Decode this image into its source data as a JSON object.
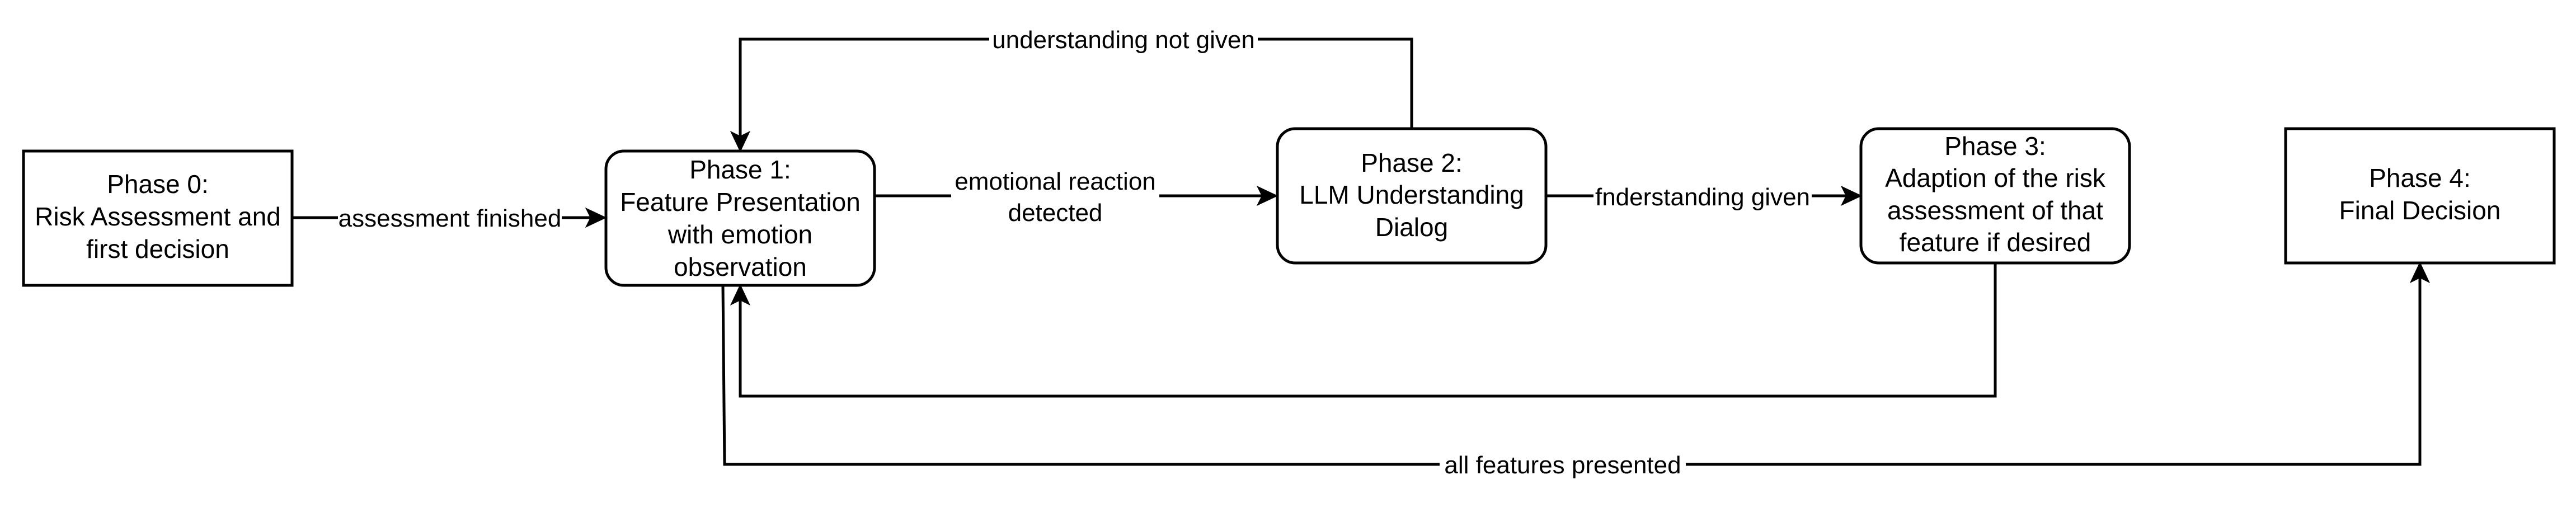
{
  "nodes": {
    "phase0": {
      "lines": [
        "Phase 0:",
        "Risk Assessment and",
        "first decision"
      ],
      "rounded": false
    },
    "phase1": {
      "lines": [
        "Phase 1:",
        "Feature Presentation",
        "with emotion",
        "observation"
      ],
      "rounded": true
    },
    "phase2": {
      "lines": [
        "Phase 2:",
        "LLM Understanding",
        "Dialog"
      ],
      "rounded": true
    },
    "phase3": {
      "lines": [
        "Phase 3:",
        "Adaption of the risk",
        "assessment of that",
        "feature if desired"
      ],
      "rounded": true
    },
    "phase4": {
      "lines": [
        "Phase 4:",
        "Final Decision"
      ],
      "rounded": false
    }
  },
  "edges": {
    "assessment_finished": {
      "from": "phase0",
      "to": "phase1",
      "lines": [
        "assessment finished"
      ]
    },
    "emotional_reaction": {
      "from": "phase1",
      "to": "phase2",
      "lines": [
        "emotional reaction",
        "detected"
      ]
    },
    "understanding_given": {
      "from": "phase2",
      "to": "phase3",
      "lines": [
        "fnderstanding given"
      ]
    },
    "understanding_not_given": {
      "from": "phase2",
      "to": "phase1",
      "lines": [
        "understanding not given"
      ]
    },
    "phase3_back": {
      "from": "phase3",
      "to": "phase1",
      "lines": []
    },
    "all_features_presented": {
      "from": "phase1",
      "to": "phase4",
      "lines": [
        "all features presented"
      ]
    }
  },
  "colors": {
    "stroke": "#000000",
    "fill": "#ffffff",
    "text": "#000000"
  }
}
